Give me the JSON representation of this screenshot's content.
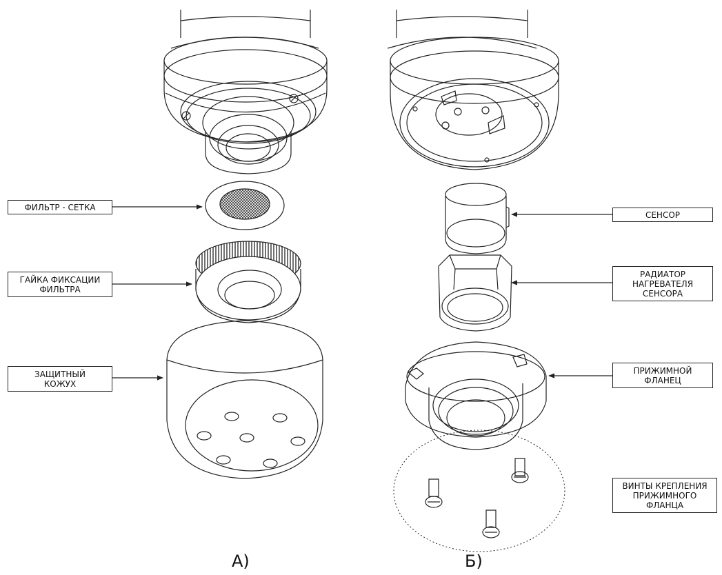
{
  "panels": {
    "a": "А)",
    "b": "Б)"
  },
  "labels": {
    "filter_mesh": "ФИЛЬТР - СЕТКА",
    "filter_nut": "ГАЙКА ФИКСАЦИИ\nФИЛЬТРА",
    "protective_cover": "ЗАЩИТНЫЙ\nКОЖУХ",
    "sensor": "СЕНСОР",
    "heater_radiator": "РАДИАТОР\nНАГРЕВАТЕЛЯ\nСЕНСОРА",
    "clamp_flange": "ПРИЖИМНОЙ\nФЛАНЕЦ",
    "flange_screws": "ВИНТЫ  КРЕПЛЕНИЯ\nПРИЖИМНОГО\nФЛАНЦА"
  }
}
